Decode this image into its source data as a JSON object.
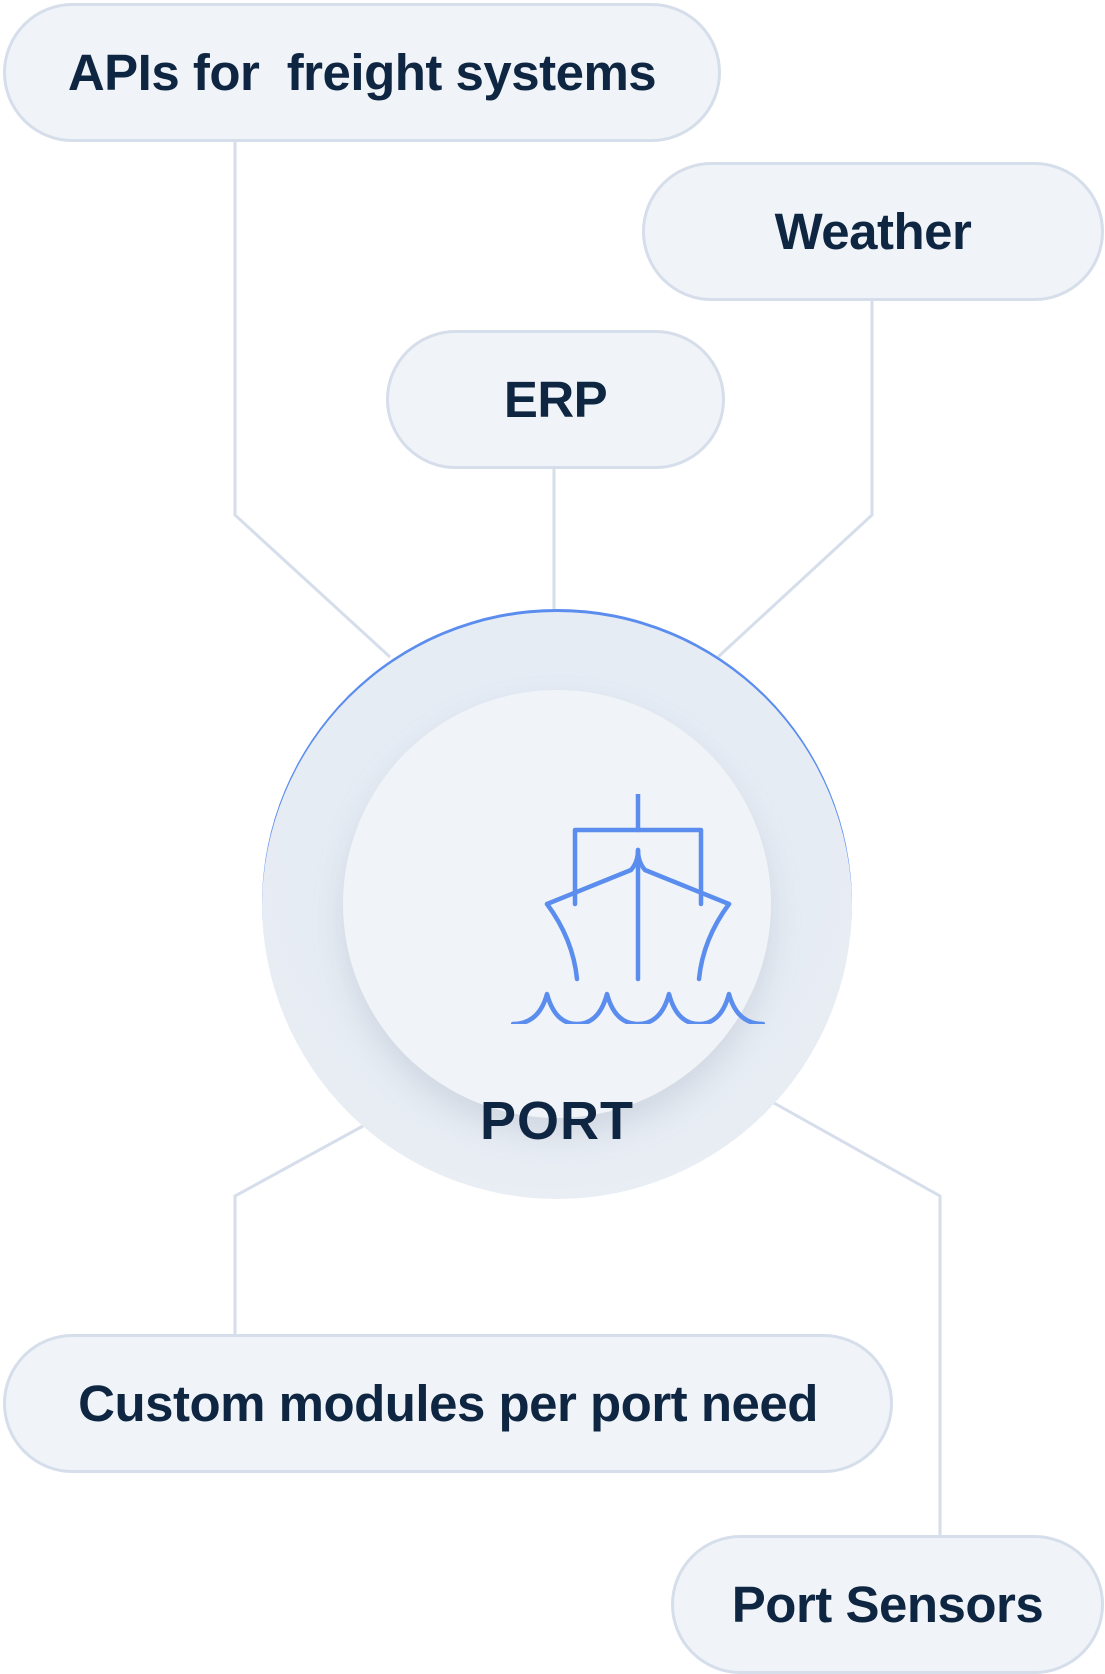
{
  "hub": {
    "label": "PORT",
    "icon": "ship-icon"
  },
  "nodes": {
    "apis": "APIs for  freight systems",
    "weather": "Weather",
    "erp": "ERP",
    "custom_modules": "Custom modules per port need",
    "port_sensors": "Port Sensors"
  },
  "colors": {
    "pill_fill": "#f0f4f8",
    "pill_border": "#d5deea",
    "connector": "#d5deea",
    "text": "#0f2642",
    "accent": "#5b8def"
  }
}
